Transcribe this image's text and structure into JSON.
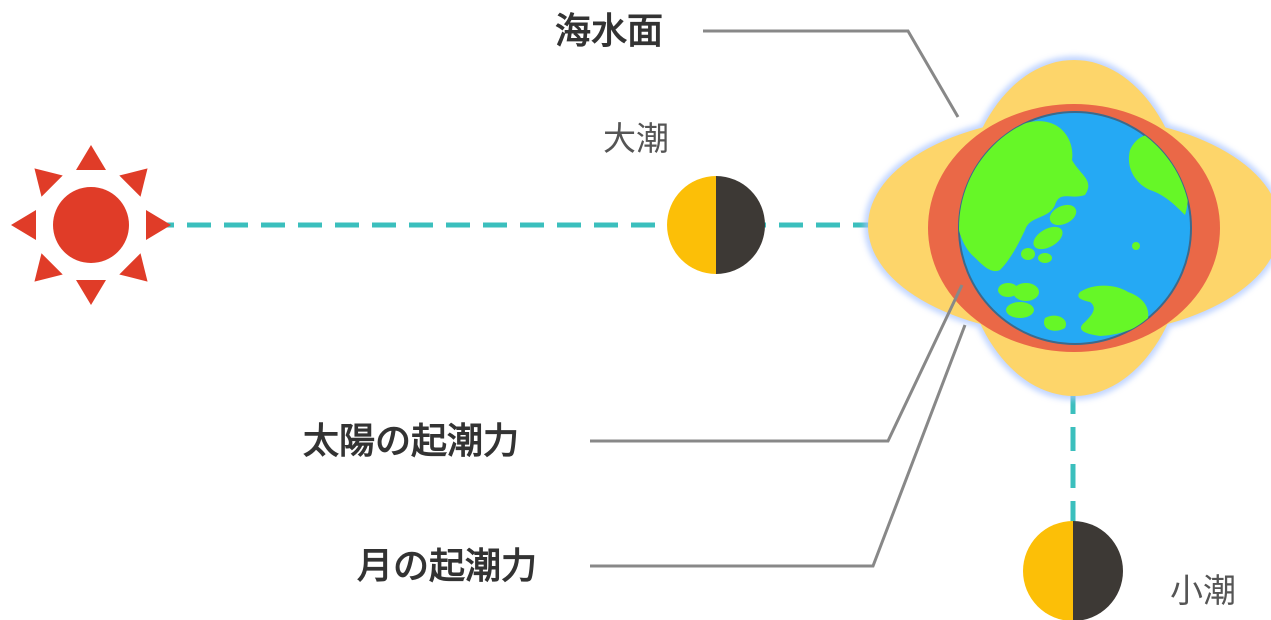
{
  "labels": {
    "sea_surface": "海水面",
    "spring_tide": "大潮",
    "solar_tidal_force": "太陽の起潮力",
    "lunar_tidal_force": "月の起潮力",
    "neap_tide": "小潮"
  },
  "colors": {
    "sun": "#e03c28",
    "moon_lit": "#fcbf07",
    "moon_dark": "#3d3935",
    "ocean": "#25a9f4",
    "land": "#66f727",
    "sea_bulge": "#fdd56a",
    "solar_bulge": "#ea6847",
    "alignment_line": "#3bbfbd",
    "leader_line": "#888888"
  }
}
